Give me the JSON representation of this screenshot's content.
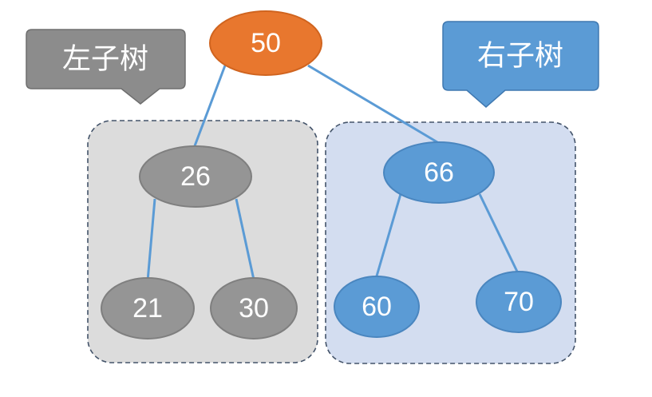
{
  "colors": {
    "root_fill": "#e8772e",
    "root_stroke": "#d0641f",
    "left_node_fill": "#959595",
    "left_node_stroke": "#7f7f7f",
    "right_node_fill": "#5b9bd5",
    "right_node_stroke": "#4a86bf",
    "edge": "#5b9bd5",
    "left_group_fill": "#dcdcdc",
    "right_group_fill": "#d3ddf0",
    "group_border": "#44546a",
    "left_callout_fill": "#8c8c8c",
    "right_callout_fill": "#5b9bd5"
  },
  "tree": {
    "root": {
      "label": "50"
    },
    "left": {
      "label": "26",
      "left": {
        "label": "21"
      },
      "right": {
        "label": "30"
      }
    },
    "right": {
      "label": "66",
      "left": {
        "label": "60"
      },
      "right": {
        "label": "70"
      }
    }
  },
  "callouts": {
    "left_label": "左子树",
    "right_label": "右子树"
  }
}
